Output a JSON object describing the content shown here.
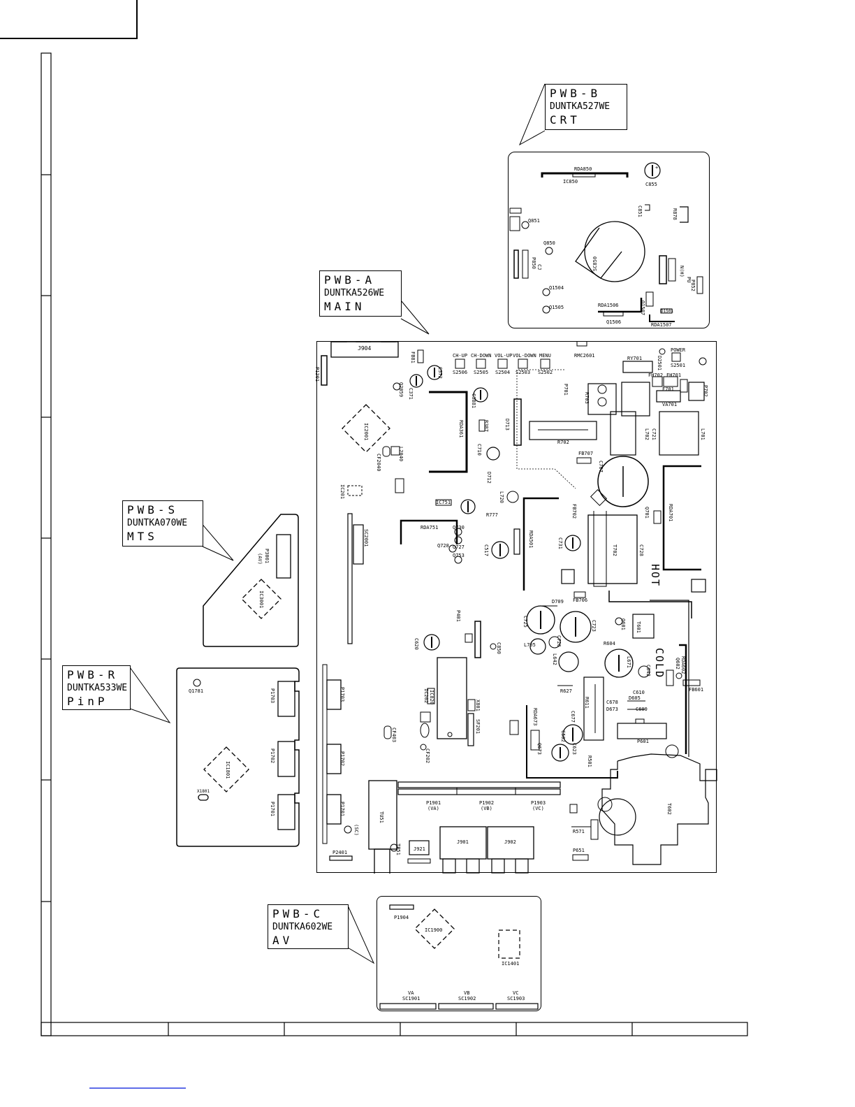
{
  "callouts": {
    "pwb_b": {
      "line1": "PWB-B",
      "line2": "DUNTKA527WE",
      "line3": "CRT"
    },
    "pwb_a": {
      "line1": "PWB-A",
      "line2": "DUNTKA526WE",
      "line3": "MAIN"
    },
    "pwb_s": {
      "line1": "PWB-S",
      "line2": "DUNTKA070WE",
      "line3": "MTS"
    },
    "pwb_r": {
      "line1": "PWB-R",
      "line2": "DUNTKA533WE",
      "line3": "PinP"
    },
    "pwb_c": {
      "line1": "PWB-C",
      "line2": "DUNTKA602WE",
      "line3": "AV"
    }
  },
  "pwb_b_labels": {
    "rda850": "RDA850",
    "ic850": "IC850",
    "c855": "C855",
    "c851": "C851",
    "r878": "R878",
    "q851": "Q851",
    "q850": "Q850",
    "sc850": "SC850",
    "p850": "P850",
    "cj": "CJ",
    "q1504": "Q1504",
    "q1505": "Q1505",
    "rda1506": "RDA1506",
    "q1506": "Q1506",
    "q1507": "Q1507",
    "rda1507": "RDA1507",
    "d1501": "D1501",
    "p852": "P852",
    "nh": "N(H)",
    "pu": "PU"
  },
  "pwb_a_labels": {
    "j904": "J904",
    "p1201": "P1201",
    "fb81": "FB81",
    "c372": "C372",
    "c371": "C371",
    "q2059": "Q2059",
    "ch_up": "CH-UP",
    "ch_down": "CH-DOWN",
    "vol_up": "VOL-UP",
    "vol_down": "VOL-DOWN",
    "menu": "MENU",
    "s2506": "S2506",
    "s2505": "S2505",
    "s2504": "S2504",
    "s2503": "S2503",
    "s2502": "S2502",
    "rmc2601": "RMC2601",
    "power": "POWER",
    "s2501": "S2501",
    "d2501": "D2501",
    "ry701": "RY701",
    "fh702": "FH702",
    "fh701": "FH701",
    "f701": "F701",
    "p702": "P702",
    "va701": "VA701",
    "p701": "P701",
    "r703": "R703",
    "c3881": "C3881",
    "ic2001": "IC2001",
    "cf2040": "CF2040",
    "l2040": "L2040",
    "rda361": "RDA361",
    "r387": "R387",
    "c710": "C710",
    "d713": "D713",
    "r702": "R702",
    "l702": "L702",
    "c721": "C721",
    "l701": "L701",
    "fb707": "FB707",
    "d712": "D712",
    "ic201": "IC201",
    "c707": "C707",
    "l720": "L720",
    "r777": "R777",
    "ic751": "IC751",
    "rda751": "RDA751",
    "q730": "Q730",
    "q727": "Q727",
    "q728": "Q728",
    "q753": "Q753",
    "c517": "C517",
    "rda501": "RDA501",
    "c731": "C731",
    "t702": "T702",
    "c728": "C728",
    "fb702": "FB702",
    "rda701": "RDA701",
    "q701": "Q701",
    "hot": "HOT",
    "cold": "COLD",
    "sc2001": "SC2001",
    "d709": "D709",
    "fb706": "FB706",
    "p401": "P401",
    "c725": "C725",
    "c723": "C723",
    "q601": "Q601",
    "t601": "T601",
    "l705": "L705",
    "c726": "C726",
    "l642": "L642",
    "r604": "R604",
    "c620": "C620",
    "ic820": "IC820",
    "c850": "C850",
    "x801": "X801",
    "sf201": "SF201",
    "l671": "L671",
    "c642": "C642",
    "q602": "Q602",
    "r627": "R627",
    "c610": "C610",
    "fb601": "FB601",
    "r611": "R611",
    "c678": "C678",
    "d605": "D605",
    "d673": "D673",
    "c609": "C609",
    "rda602": "RDA602",
    "rda673": "RDA673",
    "c677": "C677",
    "q673": "Q673",
    "c502": "C502",
    "c623": "C623",
    "p601": "P601",
    "r501": "R501",
    "t602": "T602",
    "p1703": "P1703",
    "p1702": "P1702",
    "p1701": "P1701",
    "cf403": "CF403",
    "ic202": "IC202",
    "cf202": "CF202",
    "p1901": "P1901",
    "p1902": "P1902",
    "p1903": "P1903",
    "va": "(VA)",
    "vb": "(VB)",
    "vc": "(VC)",
    "tu51": "TU51",
    "tp51": "TP51",
    "j921": "J921",
    "j901": "J901",
    "j902": "J902",
    "p2401": "P2401",
    "r571": "R571",
    "p651": "P651",
    "sc": "(SC)"
  },
  "pwb_s_labels": {
    "p3001": "P3001",
    "av": "(AV)",
    "ic3001": "IC3001"
  },
  "pwb_r_labels": {
    "q1781": "Q1781",
    "ic1801": "IC1801",
    "x1801": "X1801",
    "p1703": "P1703",
    "p1702": "P1702",
    "p1701": "P1701"
  },
  "pwb_c_labels": {
    "p1904": "P1904",
    "ic1900": "IC1900",
    "ic1401": "IC1401",
    "va": "VA",
    "sc1901": "SC1901",
    "vb": "VB",
    "sc1902": "SC1902",
    "vc": "VC",
    "sc1903": "SC1903"
  }
}
